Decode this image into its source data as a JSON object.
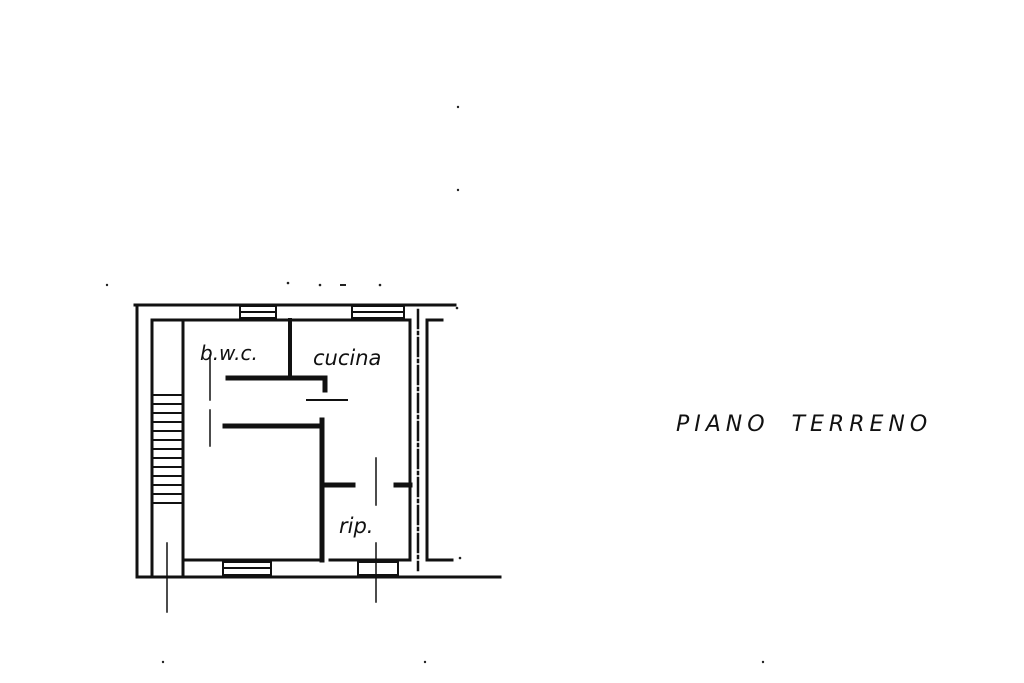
{
  "plan": {
    "title_word1": "PIANO",
    "title_word2": "TERRENO",
    "rooms": [
      {
        "id": "bwc",
        "label": "b.w.c."
      },
      {
        "id": "cucina",
        "label": "cucina"
      },
      {
        "id": "rip",
        "label": "rip."
      }
    ],
    "line_color": "#111111",
    "background": "#ffffff"
  }
}
